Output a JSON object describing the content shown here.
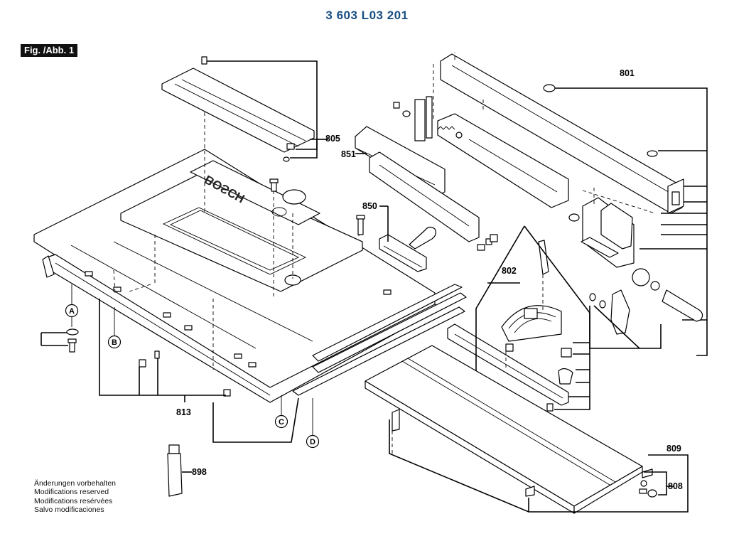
{
  "header": {
    "doc_number": "3 603 L03 201",
    "doc_number_color": "#1a4f82",
    "figure_label": "Fig. /Abb. 1",
    "figure_label_bg": "#111111"
  },
  "drawing": {
    "brand_text": "BOSCH",
    "part_numbers": {
      "p801": "801",
      "p805": "805",
      "p851": "851",
      "p850": "850",
      "p802": "802",
      "p813": "813",
      "p898": "898",
      "p809": "809",
      "p808": "808"
    },
    "callouts": {
      "a": "A",
      "b": "B",
      "c": "C",
      "d": "D"
    }
  },
  "notes": {
    "de": "Änderungen vorbehalten",
    "en": "Modifications reserved",
    "fr": "Modifications resérvées",
    "es": "Salvo modificaciones"
  }
}
